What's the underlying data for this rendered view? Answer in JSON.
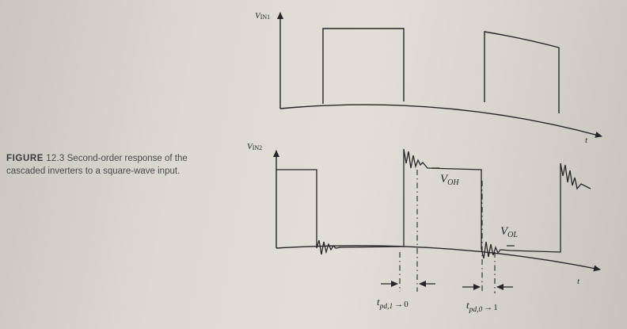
{
  "caption": {
    "label": "FIGURE",
    "number": "12.3",
    "text": "Second-order response of the cascaded inverters to a square-wave input."
  },
  "plot_top": {
    "ylabel_main": "V",
    "ylabel_sub": "IN1",
    "xlabel": "t"
  },
  "plot_bottom": {
    "ylabel_main": "V",
    "ylabel_sub": "IN2",
    "xlabel": "t",
    "voh_main": "V",
    "voh_sub": "OH",
    "vol_main": "V",
    "vol_sub": "OL"
  },
  "delays": {
    "tpd10_main": "t",
    "tpd10_sub": "pd,1",
    "tpd10_arrow": "→",
    "tpd10_end": "0",
    "tpd01_main": "t",
    "tpd01_sub": "pd,0",
    "tpd01_arrow": "→",
    "tpd01_end": "1"
  },
  "colors": {
    "ink": "#262626"
  }
}
